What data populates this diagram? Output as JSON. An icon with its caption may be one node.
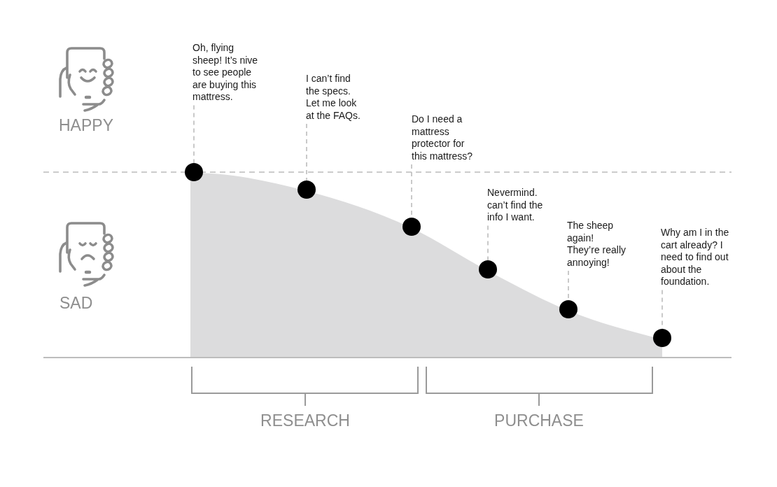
{
  "diagram": {
    "nodes": [
      {
        "text": [
          "Oh, flying sheep! It’s nive to see people are buying this mattress."
        ]
      },
      {
        "text": [],
        "shape": "circle"
      },
      {
        "text": [
          "I can’t find the specs. Let me look at the FAQs."
        ]
      },
      {
        "text": [],
        "shape": "circle"
      },
      {
        "text": [
          "Do I need a mattress protector for this mattress?"
        ]
      },
      {
        "text": [],
        "shape": "circle"
      },
      {
        "text": [
          "Nevermind. can’t find the info I want."
        ]
      },
      {
        "text": [],
        "shape": "circle"
      },
      {
        "text": [
          "The sheep again! They’re really annoying!"
        ]
      },
      {
        "text": [],
        "shape": "circle"
      },
      {
        "text": [
          "Why am I in the cart already? I need to find out about the foundation."
        ]
      },
      {
        "text": [],
        "shape": "circle"
      }
    ],
    "edges": [
      {
        "from": 0,
        "to": 1,
        "arrow": "none",
        "style": "dashed"
      },
      {
        "from": 2,
        "to": 3,
        "arrow": "none",
        "style": "dashed"
      },
      {
        "from": 4,
        "to": 5,
        "arrow": "none",
        "style": "dashed"
      },
      {
        "from": 6,
        "to": 7,
        "arrow": "none",
        "style": "dashed"
      },
      {
        "from": 8,
        "to": 9,
        "arrow": "none",
        "style": "dashed"
      },
      {
        "from": 10,
        "to": 11,
        "arrow": "none",
        "style": "dashed"
      }
    ],
    "labels": [
      "HAPPY",
      "SAD",
      "RESEARCH",
      "PURCHASE"
    ]
  }
}
